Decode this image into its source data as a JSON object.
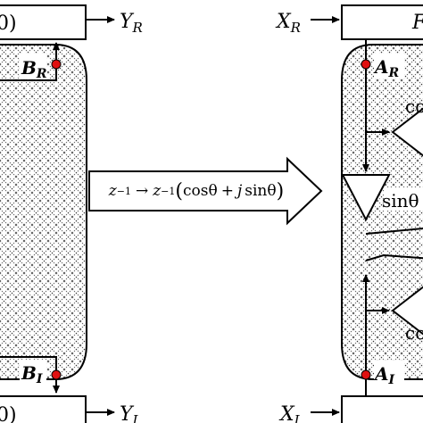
{
  "left_block": {
    "top_box_text": "0)",
    "bottom_box_text": "0)",
    "output_top": {
      "main": "Y",
      "sub": "R"
    },
    "output_bottom": {
      "main": "Y",
      "sub": "I"
    },
    "node_top": {
      "main": "B",
      "sub": "R"
    },
    "node_bottom": {
      "main": "B",
      "sub": "I"
    }
  },
  "transform": {
    "lhs": "z",
    "lhs_exp": "−1",
    "arrow": "→",
    "rhs": "z",
    "rhs_exp": "−1",
    "open": "(",
    "cos": "cos",
    "theta1": "θ",
    "plus": "+",
    "j": "j",
    "sin": "sin",
    "theta2": "θ",
    "close": ")"
  },
  "right_block": {
    "input_top": {
      "main": "X",
      "sub": "R"
    },
    "input_bottom": {
      "main": "X",
      "sub": "I"
    },
    "top_box_text": "F",
    "node_top": {
      "main": "A",
      "sub": "R"
    },
    "node_bottom": {
      "main": "A",
      "sub": "I"
    },
    "gain_top": "co",
    "gain_mid": "sinθ",
    "gain_bottom": "co"
  },
  "colors": {
    "node": "#e01010",
    "stroke": "#000000",
    "fill": "#ffffff"
  }
}
